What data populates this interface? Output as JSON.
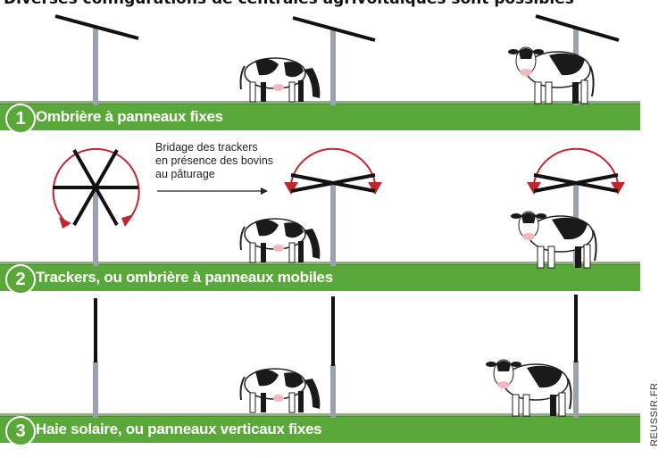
{
  "title": "Diverses configurations de centrales agrivoltaïques sont possibles",
  "sections": [
    {
      "number": "1",
      "label": "Ombrière à panneaux fixes"
    },
    {
      "number": "2",
      "label": "Trackers, ou ombrière à panneaux mobiles"
    },
    {
      "number": "3",
      "label": "Haie solaire, ou panneaux verticaux fixes"
    }
  ],
  "annotation": "Bridage des trackers\nen présence des bovins\nau pâturage",
  "credit": "REUSSIR.FR",
  "colors": {
    "grass": "#5aa83a",
    "pole": "#9aa3ab",
    "panel": "#111111",
    "arrow": "#c0272d"
  }
}
